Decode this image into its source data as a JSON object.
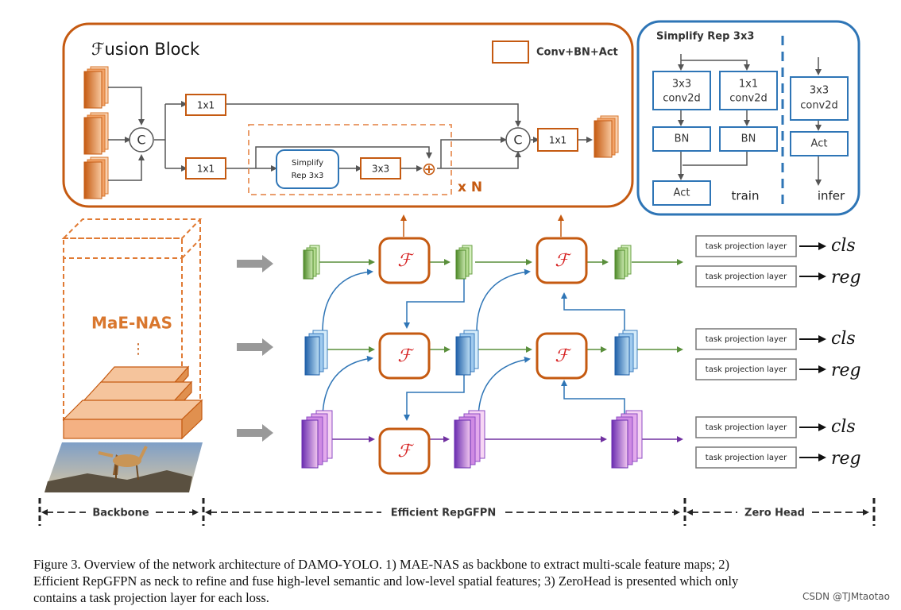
{
  "fusion_block": {
    "title": "ℱusion Block",
    "legend": "Conv+BN+Act",
    "conv1x1": "1x1",
    "concat": "C",
    "simplify_rep": [
      "Simplify",
      "Rep 3x3"
    ],
    "conv3x3": "3x3",
    "add": "⊕",
    "repeat": "x N"
  },
  "simplify_panel": {
    "title": "Simplify Rep 3x3",
    "conv3": [
      "3x3",
      "conv2d"
    ],
    "conv1": [
      "1x1",
      "conv2d"
    ],
    "bn": "BN",
    "act": "Act",
    "train": "train",
    "infer": "infer"
  },
  "backbone": {
    "name": "MaE-NAS",
    "ellipsis": "⋮"
  },
  "neck": {
    "fusion_symbol": "ℱ"
  },
  "heads": {
    "task_layer": "task projection layer",
    "cls": "cls",
    "reg": "reg"
  },
  "sections": {
    "backbone": "Backbone",
    "neck": "Efficient RepGFPN",
    "head": "Zero Head"
  },
  "colors": {
    "orange": "#c55a11",
    "blue": "#2e75b6",
    "green": "#70ad47",
    "purple": "#7030a0",
    "fusion_red": "#d62020"
  },
  "caption": [
    "Figure 3.  Overview of the network architecture of DAMO-YOLO. 1) MAE-NAS as backbone to extract multi-scale feature maps; 2)",
    "Efficient RepGFPN as neck to refine and fuse high-level semantic and low-level spatial features; 3) ZeroHead is presented which only",
    "contains a task projection layer for each loss."
  ],
  "watermark": "CSDN @TJMtaotao"
}
